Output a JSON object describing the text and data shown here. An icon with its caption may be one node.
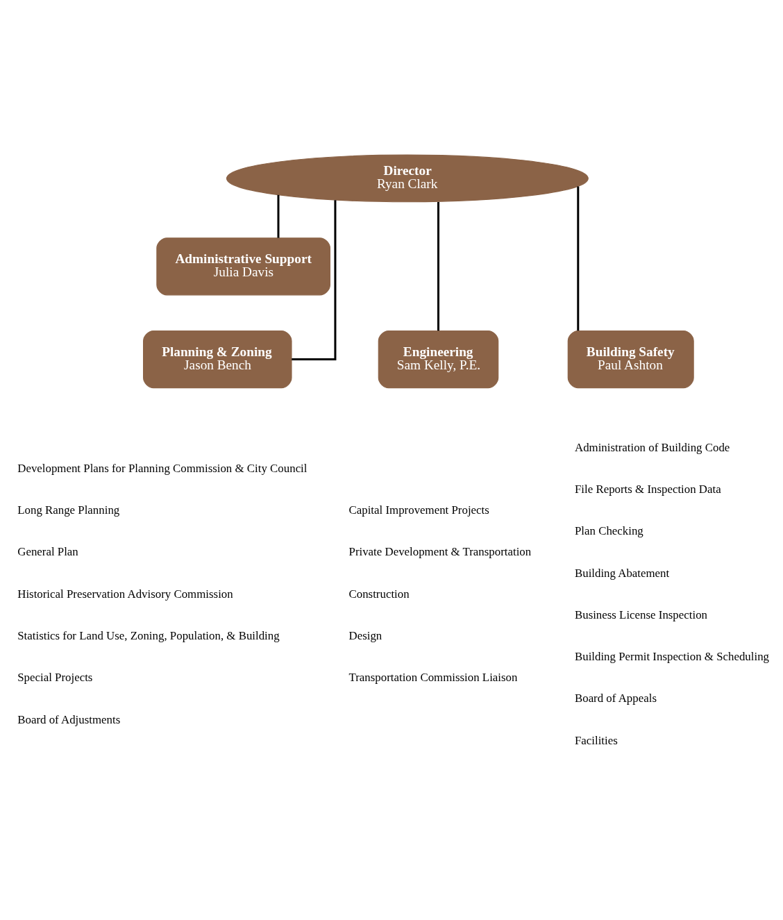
{
  "diagram": {
    "nodes": [
      {
        "text": [
          "Director",
          "Ryan Clark"
        ]
      },
      {
        "text": [
          "Administrative Support",
          "Julia Davis"
        ]
      },
      {
        "text": [
          "Planning & Zoning",
          "Jason Bench"
        ],
        "beside": [
          "Development Plans for Planning Commission & City Council",
          "Long Range Planning",
          "General Plan",
          "Historical Preservation Advisory Commission",
          "Statistics for Land Use, Zoning, Population, & Building",
          "Special Projects",
          "Board of Adjustments"
        ]
      },
      {
        "text": [
          "Engineering",
          "Sam Kelly, P.E."
        ],
        "beside": [
          "Capital Improvement Projects",
          "Private Development & Transportation",
          "Construction",
          "Design",
          "Transportation Commission Liaison"
        ]
      },
      {
        "text": [
          "Building Safety",
          "Paul Ashton"
        ],
        "beside": [
          "Administration of Building Code",
          "File Reports & Inspection Data",
          "Plan Checking",
          "Building Abatement",
          "Business License Inspection",
          "Building Permit Inspection & Scheduling",
          "Board of Appeals",
          "Facilities"
        ]
      }
    ],
    "edges": [
      {
        "from": 0,
        "to": 1,
        "arrow": "none"
      },
      {
        "from": 0,
        "to": 2,
        "arrow": "none"
      },
      {
        "from": 0,
        "to": 3,
        "arrow": "none"
      },
      {
        "from": 0,
        "to": 4,
        "arrow": "none"
      }
    ]
  }
}
